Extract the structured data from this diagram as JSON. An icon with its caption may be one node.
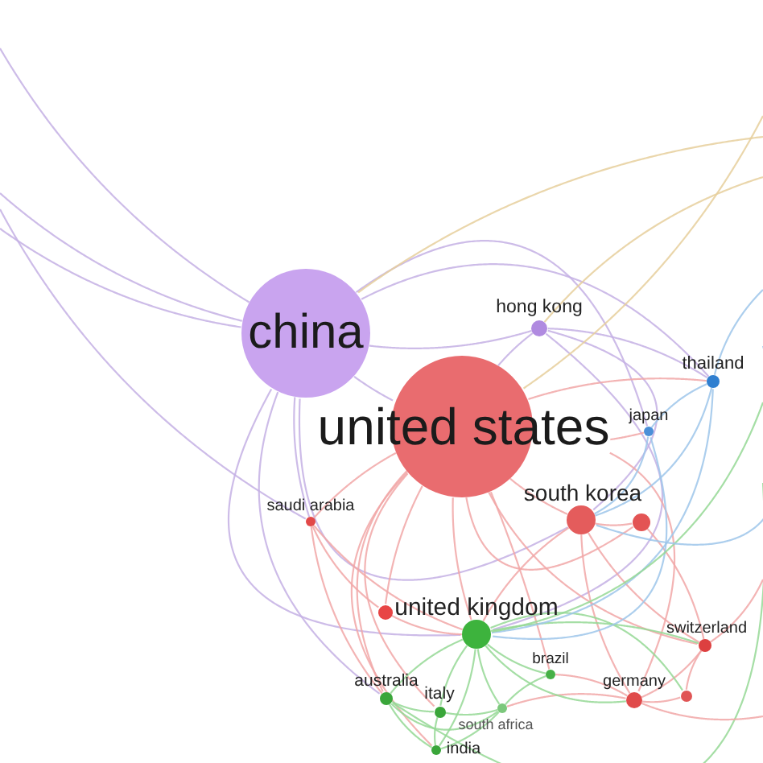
{
  "diagram": {
    "nodes": [
      {
        "text": [
          "china"
        ]
      },
      {
        "text": [
          "hong kong"
        ]
      },
      {
        "text": [
          "thailand"
        ]
      },
      {
        "text": [
          "united states"
        ]
      },
      {
        "text": [
          "japan"
        ]
      },
      {
        "text": [
          "south korea"
        ]
      },
      {
        "text": [],
        "shape": "circle"
      },
      {
        "text": [
          "saudi arabia"
        ]
      },
      {
        "text": [],
        "shape": "circle"
      },
      {
        "text": [
          "united kingdom"
        ]
      },
      {
        "text": [
          "switzerland"
        ]
      },
      {
        "text": [
          "brazil"
        ]
      },
      {
        "text": [
          "australia"
        ]
      },
      {
        "text": [
          "germany"
        ]
      },
      {
        "text": [],
        "shape": "circle"
      },
      {
        "text": [
          "italy"
        ]
      },
      {
        "text": [
          "south africa"
        ]
      },
      {
        "text": [
          "india"
        ]
      }
    ],
    "edges": [
      {
        "from": 0,
        "to": 1,
        "arrow": "none",
        "color": "#c4b0e4"
      },
      {
        "from": 0,
        "to": 3,
        "arrow": "none",
        "color": "#c4b0e4"
      },
      {
        "from": 0,
        "to": 2,
        "arrow": "none",
        "color": "#c4b0e4"
      },
      {
        "from": 0,
        "to": 5,
        "arrow": "none",
        "color": "#c4b0e4"
      },
      {
        "from": 0,
        "to": 7,
        "arrow": "none",
        "color": "#c4b0e4"
      },
      {
        "from": 0,
        "to": 9,
        "arrow": "none",
        "color": "#c4b0e4"
      },
      {
        "from": 0,
        "to": 12,
        "arrow": "none",
        "color": "#c4b0e4"
      },
      {
        "from": 0,
        "to": 4,
        "arrow": "none",
        "color": "#c4b0e4"
      },
      {
        "from": null,
        "to": 0,
        "arrow": "none",
        "color": "#c4b0e4"
      },
      {
        "from": null,
        "to": 0,
        "arrow": "none",
        "color": "#c4b0e4"
      },
      {
        "from": null,
        "to": 0,
        "arrow": "none",
        "color": "#c4b0e4"
      },
      {
        "from": null,
        "to": 7,
        "arrow": "none",
        "color": "#c4b0e4"
      },
      {
        "from": 1,
        "to": 3,
        "arrow": "none",
        "color": "#c4b0e4"
      },
      {
        "from": 1,
        "to": 2,
        "arrow": "none",
        "color": "#c4b0e4"
      },
      {
        "from": 1,
        "to": 5,
        "arrow": "none",
        "color": "#c4b0e4"
      },
      {
        "from": 1,
        "to": 9,
        "arrow": "none",
        "color": "#c4b0e4"
      },
      {
        "from": 3,
        "to": 5,
        "arrow": "none"
      },
      {
        "from": 3,
        "to": 7,
        "arrow": "none"
      },
      {
        "from": 3,
        "to": 9,
        "arrow": "none"
      },
      {
        "from": 3,
        "to": 13,
        "arrow": "none"
      },
      {
        "from": 3,
        "to": 10,
        "arrow": "none"
      },
      {
        "from": 3,
        "to": 12,
        "arrow": "none"
      },
      {
        "from": 3,
        "to": 15,
        "arrow": "none"
      },
      {
        "from": 3,
        "to": 17,
        "arrow": "none"
      },
      {
        "from": 3,
        "to": 11,
        "arrow": "none"
      },
      {
        "from": 3,
        "to": 6,
        "arrow": "none"
      },
      {
        "from": 3,
        "to": 2,
        "arrow": "none"
      },
      {
        "from": 3,
        "to": 4,
        "arrow": "none"
      },
      {
        "from": 5,
        "to": 6,
        "arrow": "none"
      },
      {
        "from": 5,
        "to": 13,
        "arrow": "none"
      },
      {
        "from": 5,
        "to": 10,
        "arrow": "none"
      },
      {
        "from": 5,
        "to": 9,
        "arrow": "none"
      },
      {
        "from": 7,
        "to": 9,
        "arrow": "none"
      },
      {
        "from": 7,
        "to": 8,
        "arrow": "none"
      },
      {
        "from": 7,
        "to": 12,
        "arrow": "none"
      },
      {
        "from": 8,
        "to": 3,
        "arrow": "none"
      },
      {
        "from": 8,
        "to": 9,
        "arrow": "none"
      },
      {
        "from": 13,
        "to": 10,
        "arrow": "none"
      },
      {
        "from": 13,
        "to": 14,
        "arrow": "none"
      },
      {
        "from": 13,
        "to": 11,
        "arrow": "none"
      },
      {
        "from": 13,
        "to": 16,
        "arrow": "none"
      },
      {
        "from": 10,
        "to": 14,
        "arrow": "none"
      },
      {
        "from": 10,
        "to": 6,
        "arrow": "none"
      },
      {
        "from": 9,
        "to": 12,
        "arrow": "none",
        "color": "#95d895"
      },
      {
        "from": 9,
        "to": 15,
        "arrow": "none",
        "color": "#95d895"
      },
      {
        "from": 9,
        "to": 16,
        "arrow": "none",
        "color": "#95d895"
      },
      {
        "from": 9,
        "to": 17,
        "arrow": "none",
        "color": "#95d895"
      },
      {
        "from": 9,
        "to": 11,
        "arrow": "none",
        "color": "#95d895"
      },
      {
        "from": 9,
        "to": 13,
        "arrow": "none",
        "color": "#95d895"
      },
      {
        "from": 9,
        "to": 10,
        "arrow": "none",
        "color": "#95d895"
      },
      {
        "from": 9,
        "to": 14,
        "arrow": "none",
        "color": "#95d895"
      },
      {
        "from": 12,
        "to": 15,
        "arrow": "none",
        "color": "#95d895"
      },
      {
        "from": 12,
        "to": 17,
        "arrow": "none",
        "color": "#95d895"
      },
      {
        "from": 12,
        "to": 16,
        "arrow": "none",
        "color": "#95d895"
      },
      {
        "from": 15,
        "to": 17,
        "arrow": "none",
        "color": "#95d895"
      },
      {
        "from": 15,
        "to": 16,
        "arrow": "none",
        "color": "#95d895"
      },
      {
        "from": 17,
        "to": 16,
        "arrow": "none",
        "color": "#95d895"
      },
      {
        "from": 11,
        "to": 16,
        "arrow": "none",
        "color": "#95d895"
      },
      {
        "from": 2,
        "to": 4,
        "arrow": "none",
        "color": "#9ec5ea"
      },
      {
        "from": 2,
        "to": 5,
        "arrow": "none",
        "color": "#9ec5ea"
      },
      {
        "from": 4,
        "to": 5,
        "arrow": "none",
        "color": "#9ec5ea"
      },
      {
        "from": 2,
        "to": 9,
        "arrow": "none",
        "color": "#9ec5ea"
      },
      {
        "from": 4,
        "to": 9,
        "arrow": "none",
        "color": "#9ec5ea"
      },
      {
        "from": null,
        "to": 0,
        "arrow": "none",
        "color": "#e6cf9c"
      },
      {
        "from": null,
        "to": 3,
        "arrow": "none",
        "color": "#e6cf9c"
      },
      {
        "from": null,
        "to": 1,
        "arrow": "none",
        "color": "#e6cf9c"
      },
      {
        "from": null,
        "to": 9,
        "arrow": "none",
        "color": "#95d895"
      },
      {
        "from": null,
        "to": 12,
        "arrow": "none",
        "color": "#95d895"
      },
      {
        "from": null,
        "to": 2,
        "arrow": "none",
        "color": "#9ec5ea"
      },
      {
        "from": null,
        "to": 5,
        "arrow": "none",
        "color": "#9ec5ea"
      },
      {
        "from": null,
        "to": 13,
        "arrow": "none"
      },
      {
        "from": 10,
        "to": null,
        "arrow": "none"
      }
    ]
  }
}
